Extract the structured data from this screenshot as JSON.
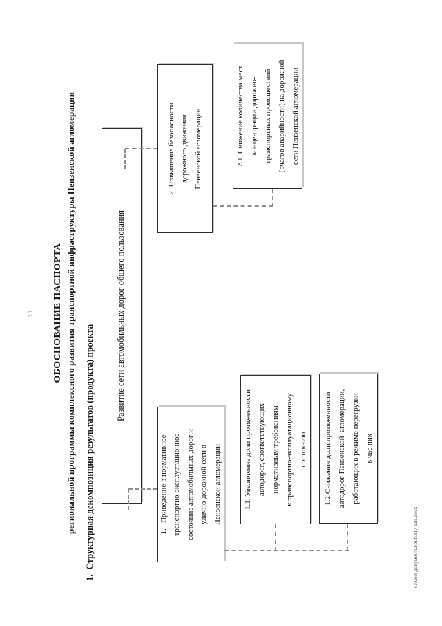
{
  "page": {
    "number": "11",
    "footer_path": "с:\\мои документы\\pdf\\317-шп.docx"
  },
  "title": {
    "line1": "ОБОСНОВАНИЕ ПАСПОРТА",
    "line2": "региональной программы комплексного развития транспортной инфраструктуры Пензенской агломерации"
  },
  "section_heading": "1.  Структурная декомпозиция результатов (продукта) проекта",
  "colors": {
    "ink": "#1b1b1b",
    "box_border": "#2e2e2e",
    "connector": "#8d8d8d",
    "background": "#ffffff"
  },
  "diagram": {
    "boxes": {
      "root": {
        "lines": [
          "Развитие сети автомобильных дорог общего пользования"
        ]
      },
      "b1": {
        "lines": [
          "1.   Приведение в нормативное",
          "транспортно-эксплуатационное",
          "состояние автомобильных дорог и",
          "улично-дорожной сети в",
          "Пензенской агломерации"
        ]
      },
      "b2": {
        "lines": [
          "2. Повышение безопасности",
          "дорожного движения",
          "Пензенской агломерации"
        ]
      },
      "b11": {
        "lines": [
          "1.1. Увеличение доли протяженности",
          "автодорог, соответствующих",
          "нормативным требованиям",
          "к транспортно-эксплуатационному",
          "состоянию"
        ]
      },
      "b12": {
        "lines": [
          "1.2.Снижение доли протяженности",
          "автодорог Пензенской  агломерации,",
          "работающих в режиме перегрузки",
          "в час пик"
        ]
      },
      "b21": {
        "lines": [
          "2.1. Снижение количества мест",
          "концентрации дорожно-",
          "транспортных происшествий",
          "(очагов аварийности) на дорожной",
          "сети Пензенской агломерации"
        ]
      }
    }
  }
}
